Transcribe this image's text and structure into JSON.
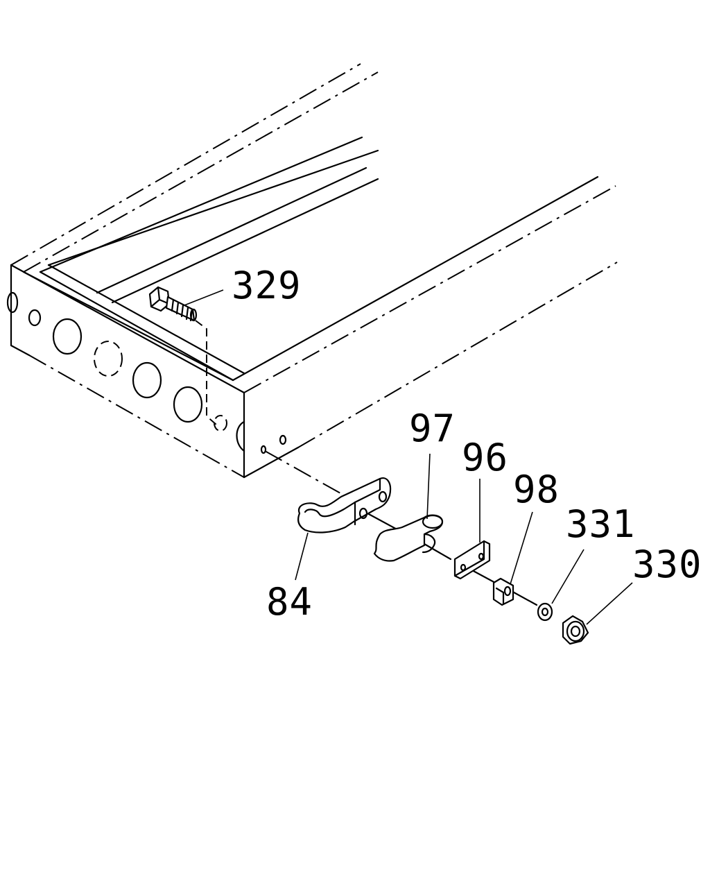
{
  "diagram": {
    "callouts": [
      {
        "id": "329",
        "label": "329"
      },
      {
        "id": "97",
        "label": "97"
      },
      {
        "id": "96",
        "label": "96"
      },
      {
        "id": "98",
        "label": "98"
      },
      {
        "id": "331",
        "label": "331"
      },
      {
        "id": "330",
        "label": "330"
      },
      {
        "id": "84",
        "label": "84"
      }
    ]
  }
}
